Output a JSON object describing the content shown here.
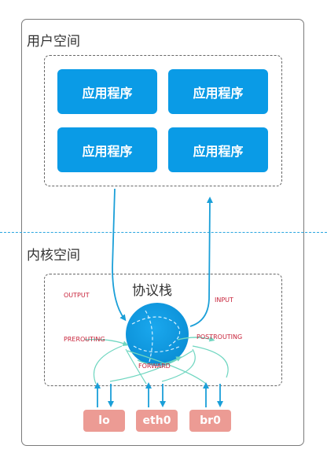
{
  "user_space": {
    "label": "用户空间",
    "apps": [
      {
        "label": "应用程序"
      },
      {
        "label": "应用程序"
      },
      {
        "label": "应用程序"
      },
      {
        "label": "应用程序"
      }
    ]
  },
  "kernel_space": {
    "label": "内核空间",
    "stack_label": "协议栈",
    "hooks": {
      "output": "OUTPUT",
      "input": "INPUT",
      "prerouting": "PREROUTING",
      "postrouting": "POSTROUTING",
      "forward": "FORWARD"
    }
  },
  "interfaces": [
    {
      "label": "lo"
    },
    {
      "label": "eth0"
    },
    {
      "label": "br0"
    }
  ],
  "colors": {
    "app_fill": "#0a9be6",
    "interface_fill": "#ec9b94",
    "arrow": "#1a9fd8",
    "hook_text": "#c8243b",
    "flow_line": "#6fd6c0"
  }
}
